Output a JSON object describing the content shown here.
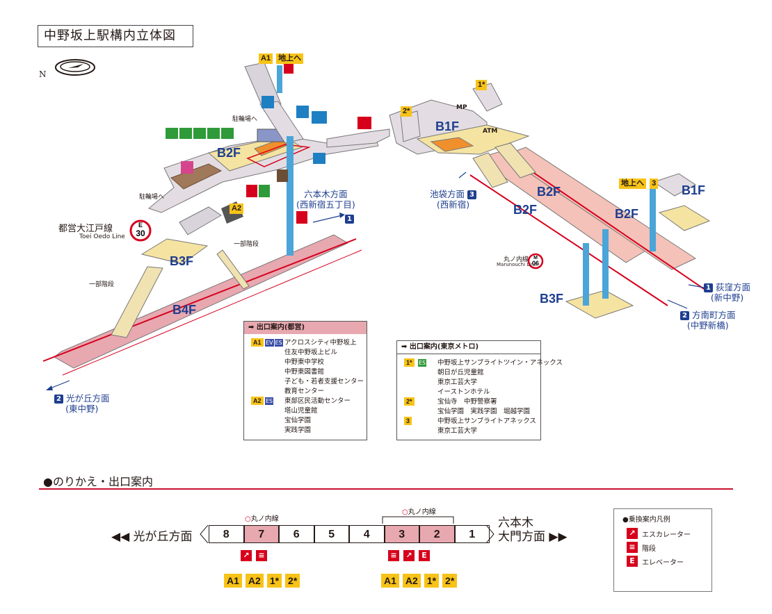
{
  "title": "中野坂上駅構内立体図",
  "north": "N",
  "floors": {
    "oedo_b2f": "B2F",
    "oedo_b3f": "B3F",
    "oedo_b4f": "B4F",
    "mc_b1f": "B1F",
    "mc_b2f_a": "B2F",
    "mc_b2f_b": "B2F",
    "mc_b2f_c": "B2F",
    "mc_b3f": "B3F",
    "mc_b1f_right": "B1F"
  },
  "exits": {
    "a1": "A1",
    "a1_text": "地上へ",
    "a2": "A2",
    "e1": "1*",
    "e2": "2*",
    "e3": "3",
    "e3_text": "地上へ"
  },
  "labels": {
    "bike1": "駐輪場へ",
    "bike2": "駐輪場へ",
    "partial_stairs1": "一部階段",
    "partial_stairs2": "一部階段",
    "oedo_line": "都営大江戸線",
    "oedo_line_en": "Toei Oedo Line",
    "oedo_code_letter": "E",
    "oedo_code_num": "30",
    "maru_line": "丸ノ内線",
    "maru_line_en": "Marunouchi Line",
    "maru_code_letter": "M",
    "maru_code_num": "06",
    "mp": "MP",
    "atm": "ATM"
  },
  "directions": {
    "roppongi": "六本木方面",
    "roppongi_sub": "(西新宿五丁目)",
    "roppongi_num": "1",
    "hikarigaoka": "光が丘方面",
    "hikarigaoka_sub": "(東中野)",
    "hikarigaoka_num": "2",
    "ikebukuro": "池袋方面",
    "ikebukuro_sub": "(西新宿)",
    "ikebukuro_num": "3",
    "ogikubo": "荻窪方面",
    "ogikubo_sub": "(新中野)",
    "ogikubo_num": "1",
    "honancho": "方南町方面",
    "honancho_sub": "(中野新橋)",
    "honancho_num": "2"
  },
  "exit_info_toei": {
    "header": "出口案内(都営)",
    "rows": [
      {
        "badge": "A1",
        "tags": [
          "EV",
          "ES"
        ],
        "text": "アクロスシティ中野坂上"
      },
      {
        "badge": "",
        "tags": [],
        "text": "住友中野坂上ビル"
      },
      {
        "badge": "",
        "tags": [],
        "text": "中野東中学校"
      },
      {
        "badge": "",
        "tags": [],
        "text": "中野東図書館"
      },
      {
        "badge": "",
        "tags": [],
        "text": "子ども・若者支援センター"
      },
      {
        "badge": "",
        "tags": [],
        "text": "教育センター"
      },
      {
        "badge": "A2",
        "tags": [
          "ES"
        ],
        "text": "東部区民活動センター"
      },
      {
        "badge": "",
        "tags": [],
        "text": "塔山児童館"
      },
      {
        "badge": "",
        "tags": [],
        "text": "宝仙学園"
      },
      {
        "badge": "",
        "tags": [],
        "text": "実践学園"
      }
    ]
  },
  "exit_info_metro": {
    "header": "出口案内(東京メトロ)",
    "rows": [
      {
        "badge": "1*",
        "tags": [
          "ES"
        ],
        "text": "中野坂上サンブライトツイン・アネックス"
      },
      {
        "badge": "",
        "tags": [],
        "text": "朝日が丘児童館"
      },
      {
        "badge": "",
        "tags": [],
        "text": "東京工芸大学"
      },
      {
        "badge": "",
        "tags": [],
        "text": "イーストンホテル"
      },
      {
        "badge": "2*",
        "tags": [],
        "text": "宝仙寺　中野警察署"
      },
      {
        "badge": "",
        "tags": [],
        "text": "宝仙学園　実践学園　堀越学園"
      },
      {
        "badge": "3",
        "tags": [],
        "text": "中野坂上サンブライトアネックス"
      },
      {
        "badge": "",
        "tags": [],
        "text": "東京工芸大学"
      }
    ]
  },
  "transfer": {
    "heading": "●のりかえ・出口案内",
    "left_dir": "◀◀ 光が丘方面",
    "right_dir_1": "六本木",
    "right_dir_2": "大門方面 ▶▶",
    "maru_mark_1": "丸ノ内線",
    "maru_mark_2": "丸ノ内線",
    "cars": [
      "8",
      "7",
      "6",
      "5",
      "4",
      "3",
      "2",
      "1"
    ],
    "highlight": [
      false,
      true,
      false,
      false,
      false,
      true,
      true,
      false
    ],
    "exits_left": [
      "A1",
      "A2",
      "1*",
      "2*"
    ],
    "exits_right": [
      "A1",
      "A2",
      "1*",
      "2*"
    ]
  },
  "legend": {
    "title": "●乗換案内凡例",
    "items": [
      {
        "icon": "escalator-icon",
        "label": "エスカレーター"
      },
      {
        "icon": "stairs-icon",
        "label": "階段"
      },
      {
        "icon": "elevator-icon",
        "label": "エレベーター"
      }
    ]
  },
  "colors": {
    "floor_b2f": "#f5e3a1",
    "floor_b4f": "#e7a8b0",
    "line_red": "#d6001c",
    "platform_pink": "#f4c2b8",
    "concourse": "#e3dde3",
    "blue": "#1e3e8f",
    "yellow": "#f7c318"
  }
}
